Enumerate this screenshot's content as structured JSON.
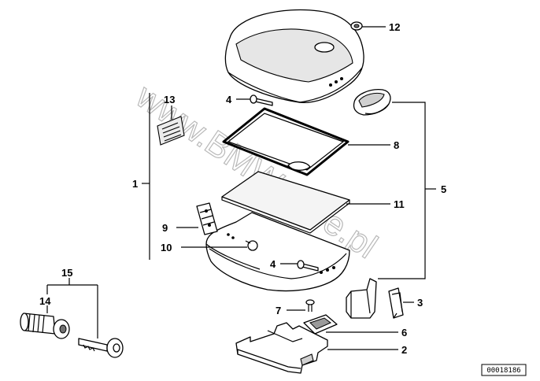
{
  "watermark": "www.BMWstore.pl",
  "part_number": "00018186",
  "callouts": {
    "c1": "1",
    "c2": "2",
    "c3": "3",
    "c4a": "4",
    "c4b": "4",
    "c5": "5",
    "c6": "6",
    "c7": "7",
    "c8": "8",
    "c9": "9",
    "c10": "10",
    "c11": "11",
    "c12": "12",
    "c13": "13",
    "c14": "14",
    "c15": "15"
  }
}
